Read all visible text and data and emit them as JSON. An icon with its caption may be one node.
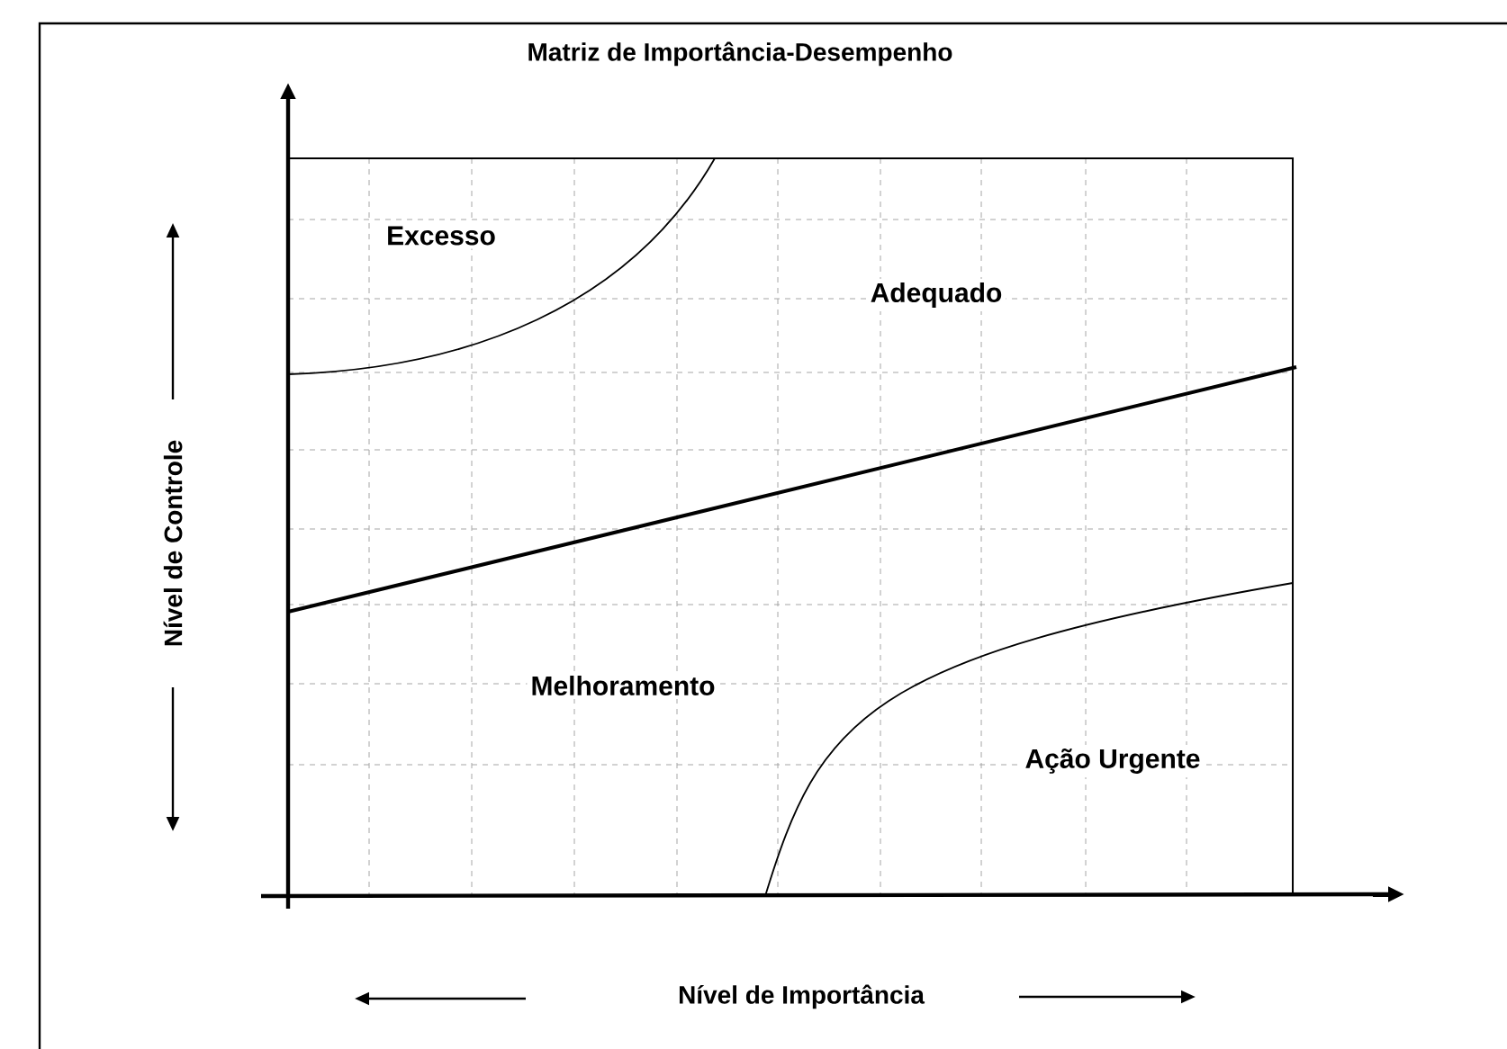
{
  "diagram": {
    "title": "Matriz de Importância-Desempenho",
    "labels": [
      "Excesso",
      "Adequado",
      "Nível de Controle",
      "Melhoramento",
      "Ação Urgente",
      "Nível de Importância"
    ]
  }
}
